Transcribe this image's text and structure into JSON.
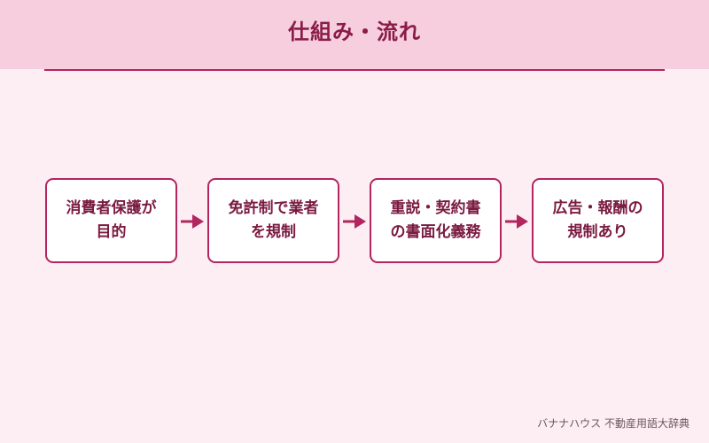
{
  "header": {
    "title": "仕組み・流れ"
  },
  "flow": {
    "steps": [
      {
        "label": "消費者保護が\n目的"
      },
      {
        "label": "免許制で業者\nを規制"
      },
      {
        "label": "重説・契約書\nの書面化義務"
      },
      {
        "label": "広告・報酬の\n規制あり"
      }
    ]
  },
  "footer": {
    "credit": "バナナハウス 不動産用語大辞典"
  },
  "colors": {
    "header_bg": "#f6cedd",
    "page_bg": "#fdeef3",
    "accent": "#b2255e",
    "text": "#7a1a3f"
  }
}
